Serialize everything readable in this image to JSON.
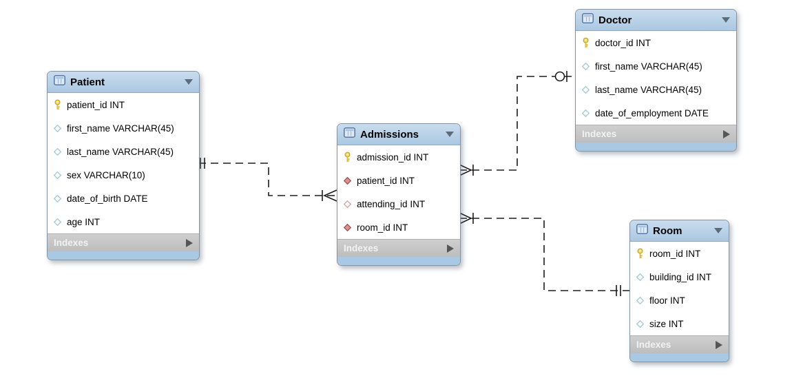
{
  "diagram": {
    "tables": [
      {
        "name": "Patient",
        "footer_label": "Indexes",
        "columns": [
          {
            "icon": "key-icon",
            "label": "patient_id INT"
          },
          {
            "icon": "diamond-blue-icon",
            "label": "first_name VARCHAR(45)"
          },
          {
            "icon": "diamond-blue-icon",
            "label": "last_name VARCHAR(45)"
          },
          {
            "icon": "diamond-blue-icon",
            "label": "sex VARCHAR(10)"
          },
          {
            "icon": "diamond-blue-icon",
            "label": "date_of_birth DATE"
          },
          {
            "icon": "diamond-blue-icon",
            "label": "age INT"
          }
        ]
      },
      {
        "name": "Admissions",
        "footer_label": "Indexes",
        "columns": [
          {
            "icon": "key-icon",
            "label": "admission_id INT"
          },
          {
            "icon": "diamond-red-filled-icon",
            "label": "patient_id INT"
          },
          {
            "icon": "diamond-red-open-icon",
            "label": "attending_id INT"
          },
          {
            "icon": "diamond-red-filled-icon",
            "label": "room_id INT"
          }
        ]
      },
      {
        "name": "Doctor",
        "footer_label": "Indexes",
        "columns": [
          {
            "icon": "key-icon",
            "label": "doctor_id INT"
          },
          {
            "icon": "diamond-blue-icon",
            "label": "first_name VARCHAR(45)"
          },
          {
            "icon": "diamond-blue-icon",
            "label": "last_name VARCHAR(45)"
          },
          {
            "icon": "diamond-blue-icon",
            "label": "date_of_employment DATE"
          }
        ]
      },
      {
        "name": "Room",
        "footer_label": "Indexes",
        "columns": [
          {
            "icon": "key-icon",
            "label": "room_id INT"
          },
          {
            "icon": "diamond-blue-icon",
            "label": "building_id INT"
          },
          {
            "icon": "diamond-blue-icon",
            "label": "floor INT"
          },
          {
            "icon": "diamond-blue-icon",
            "label": "size INT"
          }
        ]
      }
    ],
    "relationships": [
      {
        "from_table": "Patient",
        "to_table": "Admissions",
        "from_notation": "one-and-only-one (||)",
        "to_notation": "one-to-many mandatory (|<)"
      },
      {
        "from_table": "Doctor",
        "to_table": "Admissions",
        "from_notation": "zero-or-one (o|)",
        "to_notation": "one-to-many mandatory (>|)"
      },
      {
        "from_table": "Room",
        "to_table": "Admissions",
        "from_notation": "one-and-only-one (||)",
        "to_notation": "one-to-many mandatory (>|)"
      }
    ],
    "colors": {
      "header_blue": "#aac8e2",
      "bottom_strip_blue": "#a9c8e4",
      "indexes_gray": "#c6c6c6",
      "line_black": "#1b1b1b",
      "key_yellow": "#f3d856",
      "diamond_blue_border": "#a3c8d2",
      "diamond_red_fill": "#d79292",
      "diamond_red_border": "#a25252"
    }
  }
}
